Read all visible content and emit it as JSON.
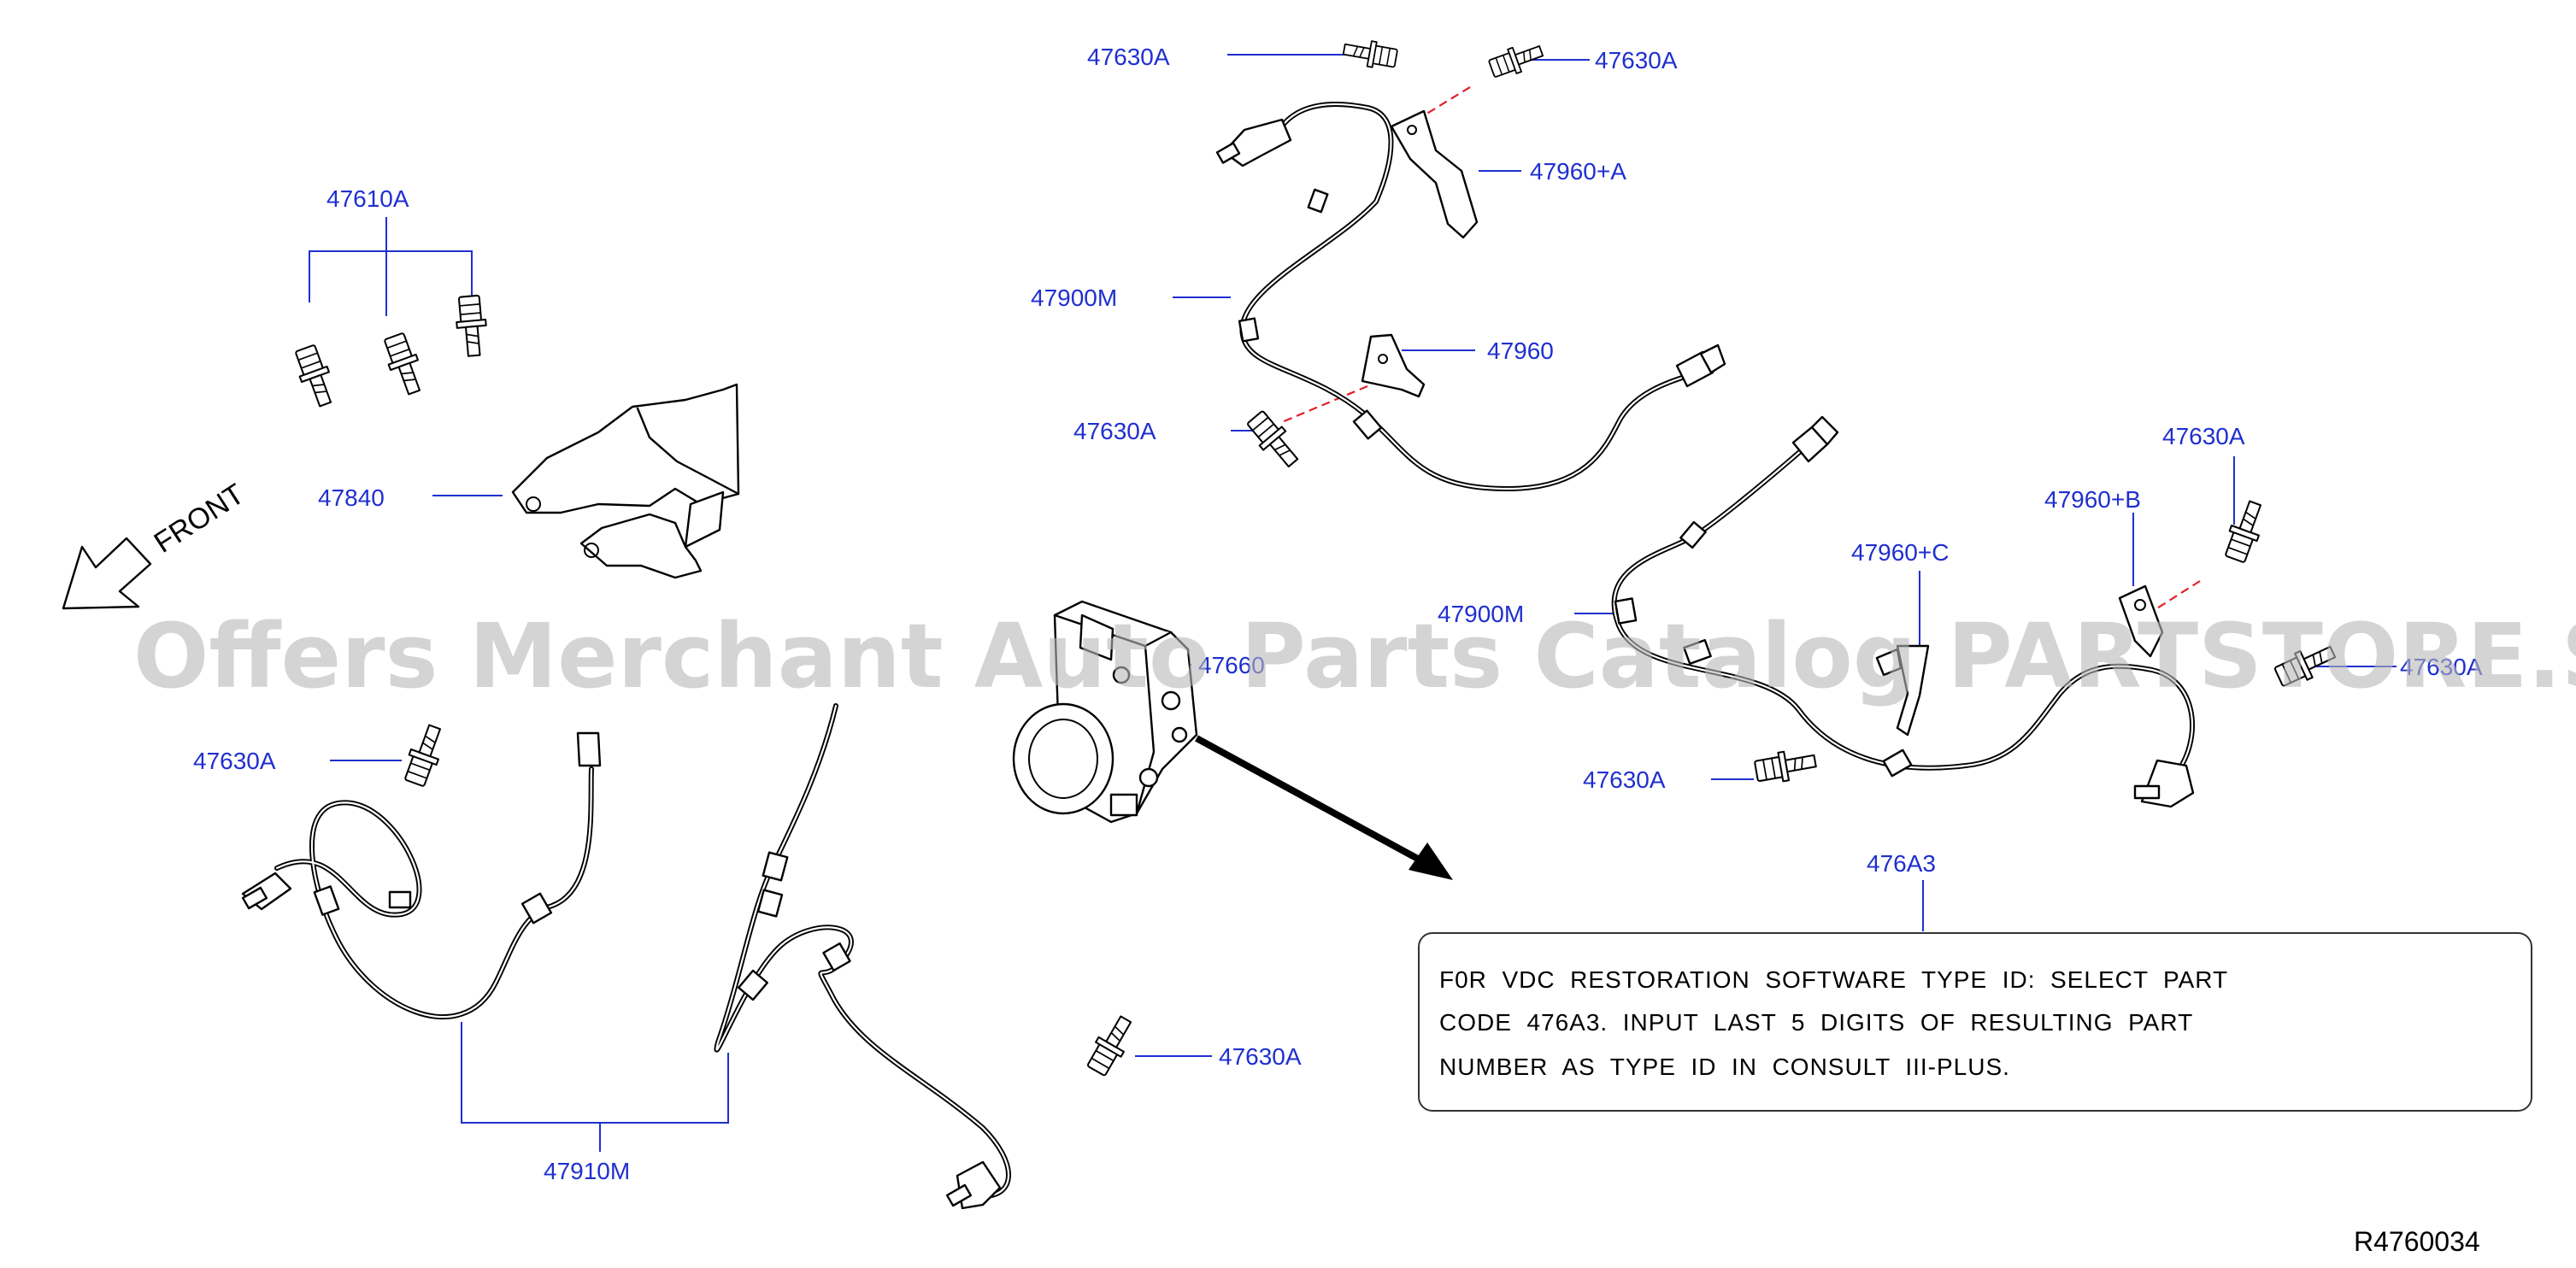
{
  "labels": {
    "bolt_top_left": "47630A",
    "bolt_top_right": "47630A",
    "bracket_a": "47960+A",
    "bolt_set": "47610A",
    "front_sensor_upper": "47900M",
    "bracket_mid": "47960",
    "bolt_mid_left": "47630A",
    "bracket_47840": "47840",
    "rear_bolt_right": "47630A",
    "bracket_b": "47960+B",
    "bracket_c": "47960+C",
    "sensor_right": "47900M",
    "actuator": "47660",
    "bolt_right_side": "47630A",
    "bolt_right_lower": "47630A",
    "bolt_lower_left": "47630A",
    "bolt_lower_mid": "47630A",
    "rear_sensors": "47910M",
    "note_part": "476A3"
  },
  "front_label": "FRONT",
  "note": {
    "line1": "F0R  VDC  RESTORATION  SOFTWARE  TYPE  ID:  SELECT  PART",
    "line2": "CODE  476A3.  INPUT  LAST  5  DIGITS  OF  RESULTING  PART",
    "line3": "NUMBER  AS  TYPE  ID  IN  CONSULT  III-PLUS."
  },
  "reference": "R4760034",
  "watermark": "Offers Merchant Auto Parts Catalog PARTSTORE.SA",
  "colors": {
    "label": "#1f2fd0",
    "dashed_leader": "#e0202a",
    "watermark": "#b8b8b8"
  }
}
